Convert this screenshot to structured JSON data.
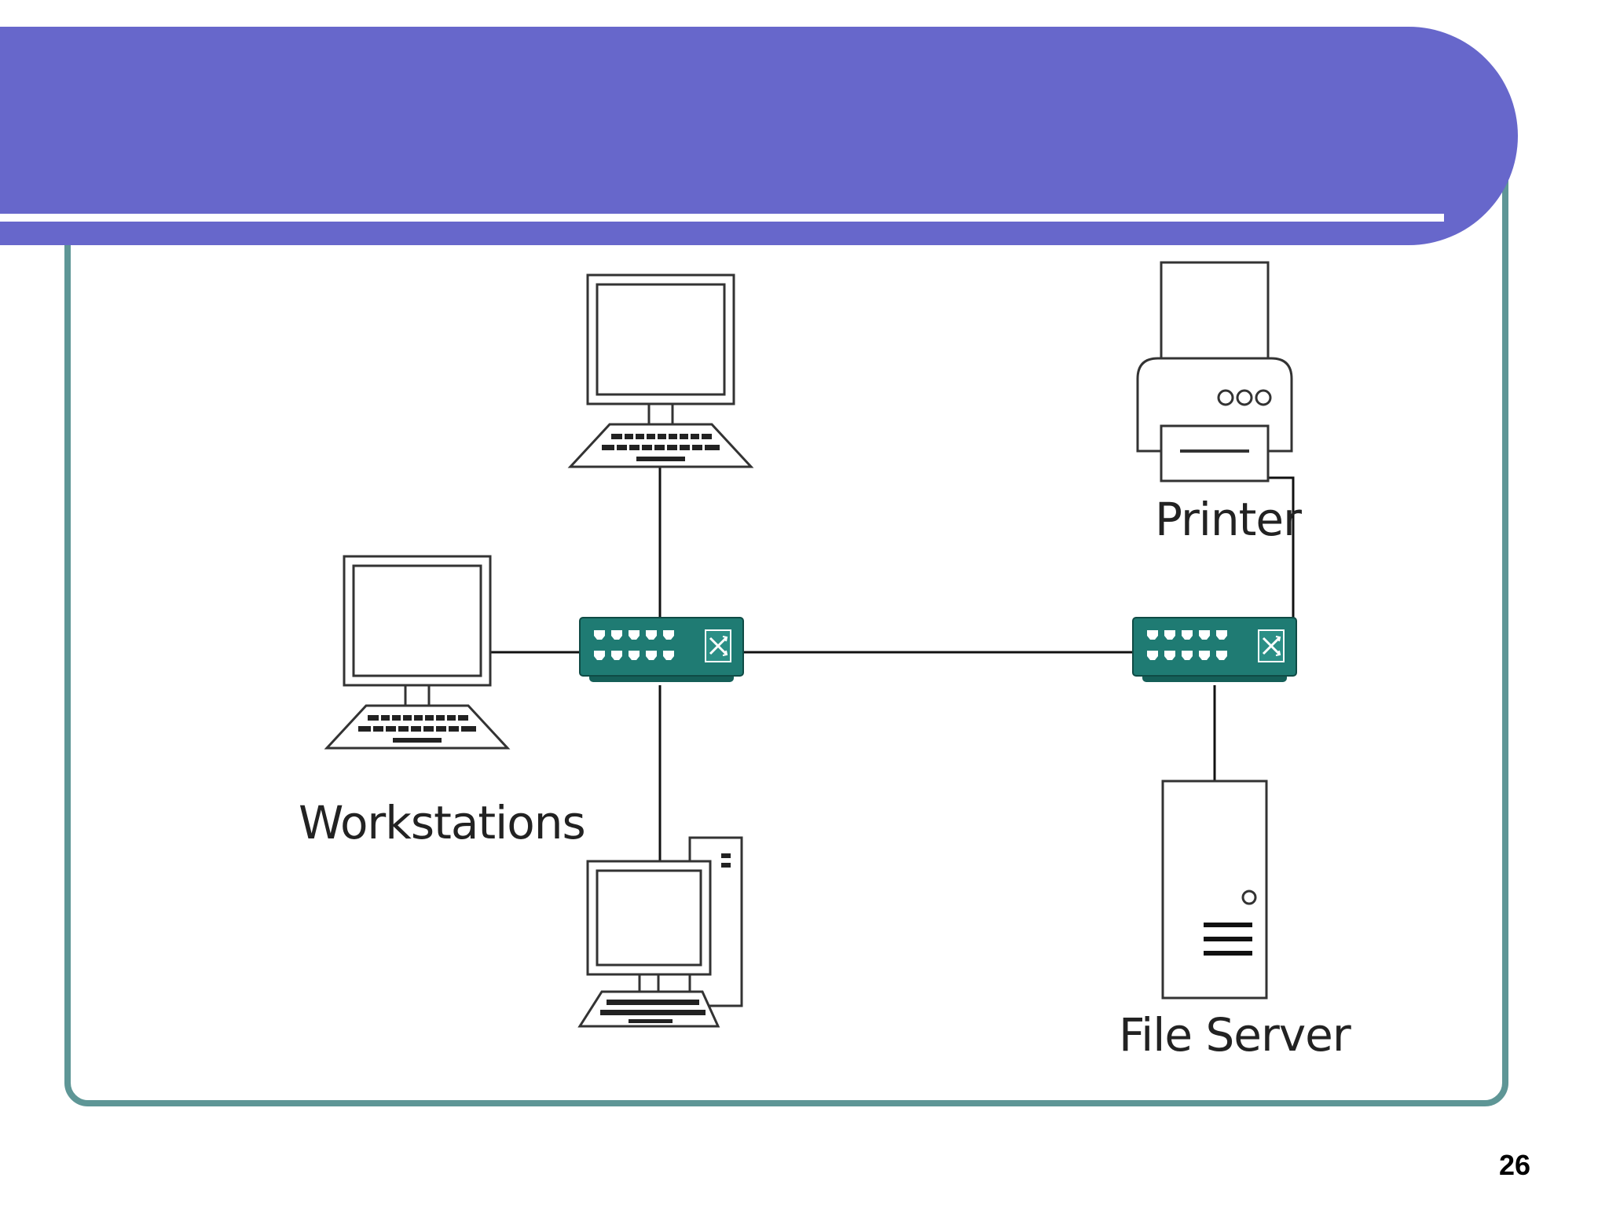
{
  "slide": {
    "page_number": "26",
    "colors": {
      "banner": "#6767cb",
      "frame": "#5e9696",
      "switch": "#1f7b73",
      "line": "#111111"
    }
  },
  "diagram": {
    "labels": {
      "workstations": "Workstations",
      "printer": "Printer",
      "file_server": "File Server"
    },
    "nodes": [
      {
        "name": "workstation-top",
        "icon": "laptop-icon"
      },
      {
        "name": "workstation-left",
        "icon": "laptop-icon"
      },
      {
        "name": "workstation-bottom",
        "icon": "desktop-computer-icon"
      },
      {
        "name": "switch-left",
        "icon": "network-switch-icon"
      },
      {
        "name": "switch-right",
        "icon": "network-switch-icon"
      },
      {
        "name": "printer",
        "icon": "printer-icon"
      },
      {
        "name": "file-server",
        "icon": "server-tower-icon"
      }
    ]
  }
}
